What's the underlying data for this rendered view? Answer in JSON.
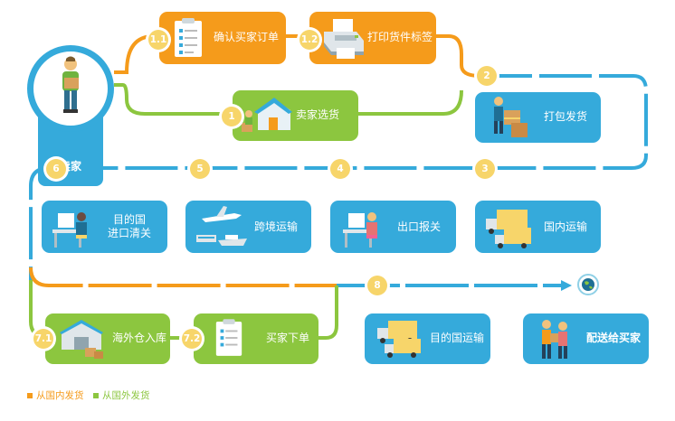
{
  "seller": {
    "label": "卖家"
  },
  "steps": {
    "s1_1": {
      "badge": "1.1",
      "label": "确认买家订单"
    },
    "s1_2": {
      "badge": "1.2",
      "label": "打印货件标签"
    },
    "s1": {
      "badge": "1",
      "label": "卖家选货"
    },
    "s2": {
      "badge": "2",
      "label": "打包发货"
    },
    "s3": {
      "badge": "3",
      "label": "国内运输"
    },
    "s4": {
      "badge": "4",
      "label": "出口报关"
    },
    "s5": {
      "badge": "5",
      "label": "跨境运输"
    },
    "s6": {
      "badge": "6",
      "label": "目的国\n进口清关"
    },
    "s7_1": {
      "badge": "7.1",
      "label": "海外仓入库"
    },
    "s7_2": {
      "badge": "7.2",
      "label": "买家下单"
    },
    "s8": {
      "badge": "8",
      "label": "目的国运输"
    },
    "final": {
      "label": "配送给买家"
    }
  },
  "legend": {
    "domestic": "从国内发货",
    "overseas": "从国外发货"
  },
  "colors": {
    "orange": "#f59b1b",
    "green": "#8cc63f",
    "blue": "#35aadb",
    "badge": "#f7d56a"
  },
  "icons": [
    "globe-icon",
    "person-icon",
    "clipboard-icon",
    "printer-icon",
    "house-icon",
    "box-icon",
    "truck-icon",
    "desk-icon",
    "airplane-icon",
    "warehouse-icon"
  ]
}
